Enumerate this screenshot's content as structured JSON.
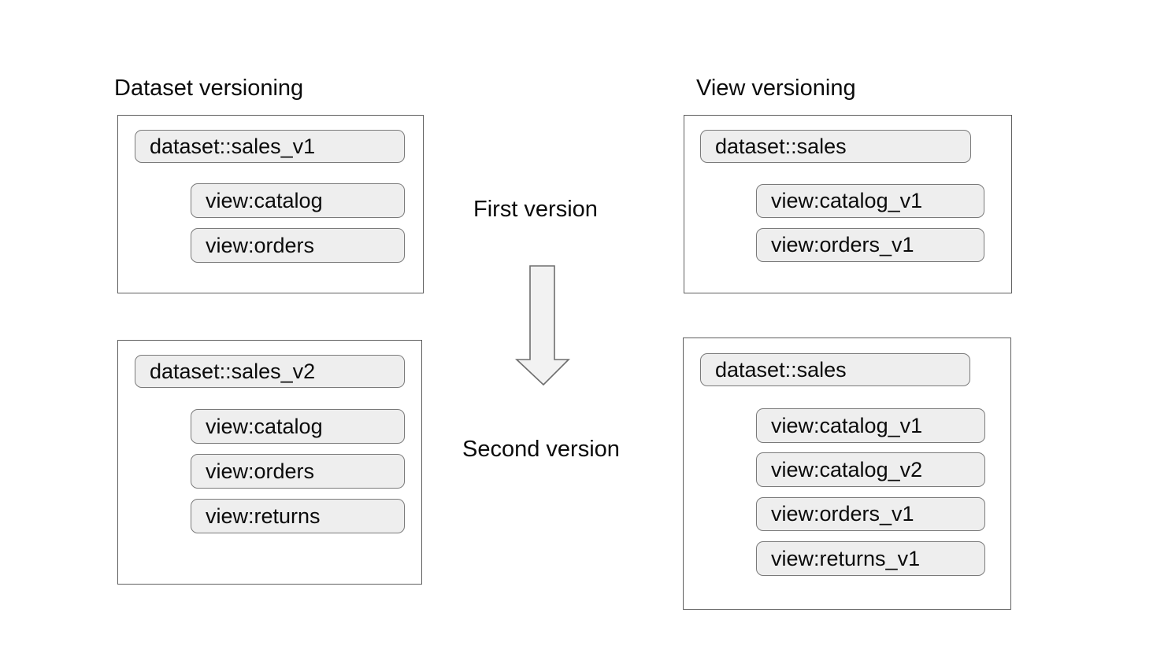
{
  "left": {
    "title": "Dataset versioning",
    "boxes": [
      {
        "dataset": "dataset::sales_v1",
        "views": [
          "view:catalog",
          "view:orders"
        ]
      },
      {
        "dataset": "dataset::sales_v2",
        "views": [
          "view:catalog",
          "view:orders",
          "view:returns"
        ]
      }
    ]
  },
  "right": {
    "title": "View versioning",
    "boxes": [
      {
        "dataset": "dataset::sales",
        "views": [
          "view:catalog_v1",
          "view:orders_v1"
        ]
      },
      {
        "dataset": "dataset::sales",
        "views": [
          "view:catalog_v1",
          "view:catalog_v2",
          "view:orders_v1",
          "view:returns_v1"
        ]
      }
    ]
  },
  "center": {
    "first_label": "First version",
    "second_label": "Second version",
    "arrow_icon": "down-arrow"
  },
  "colors": {
    "background": "#ffffff",
    "pill_fill": "#eeeeee",
    "pill_border": "#7a7a7a",
    "box_border": "#5f5f5f",
    "arrow_fill": "#f2f2f2",
    "arrow_border": "#6e6e6e",
    "text": "#0b0b0b"
  }
}
